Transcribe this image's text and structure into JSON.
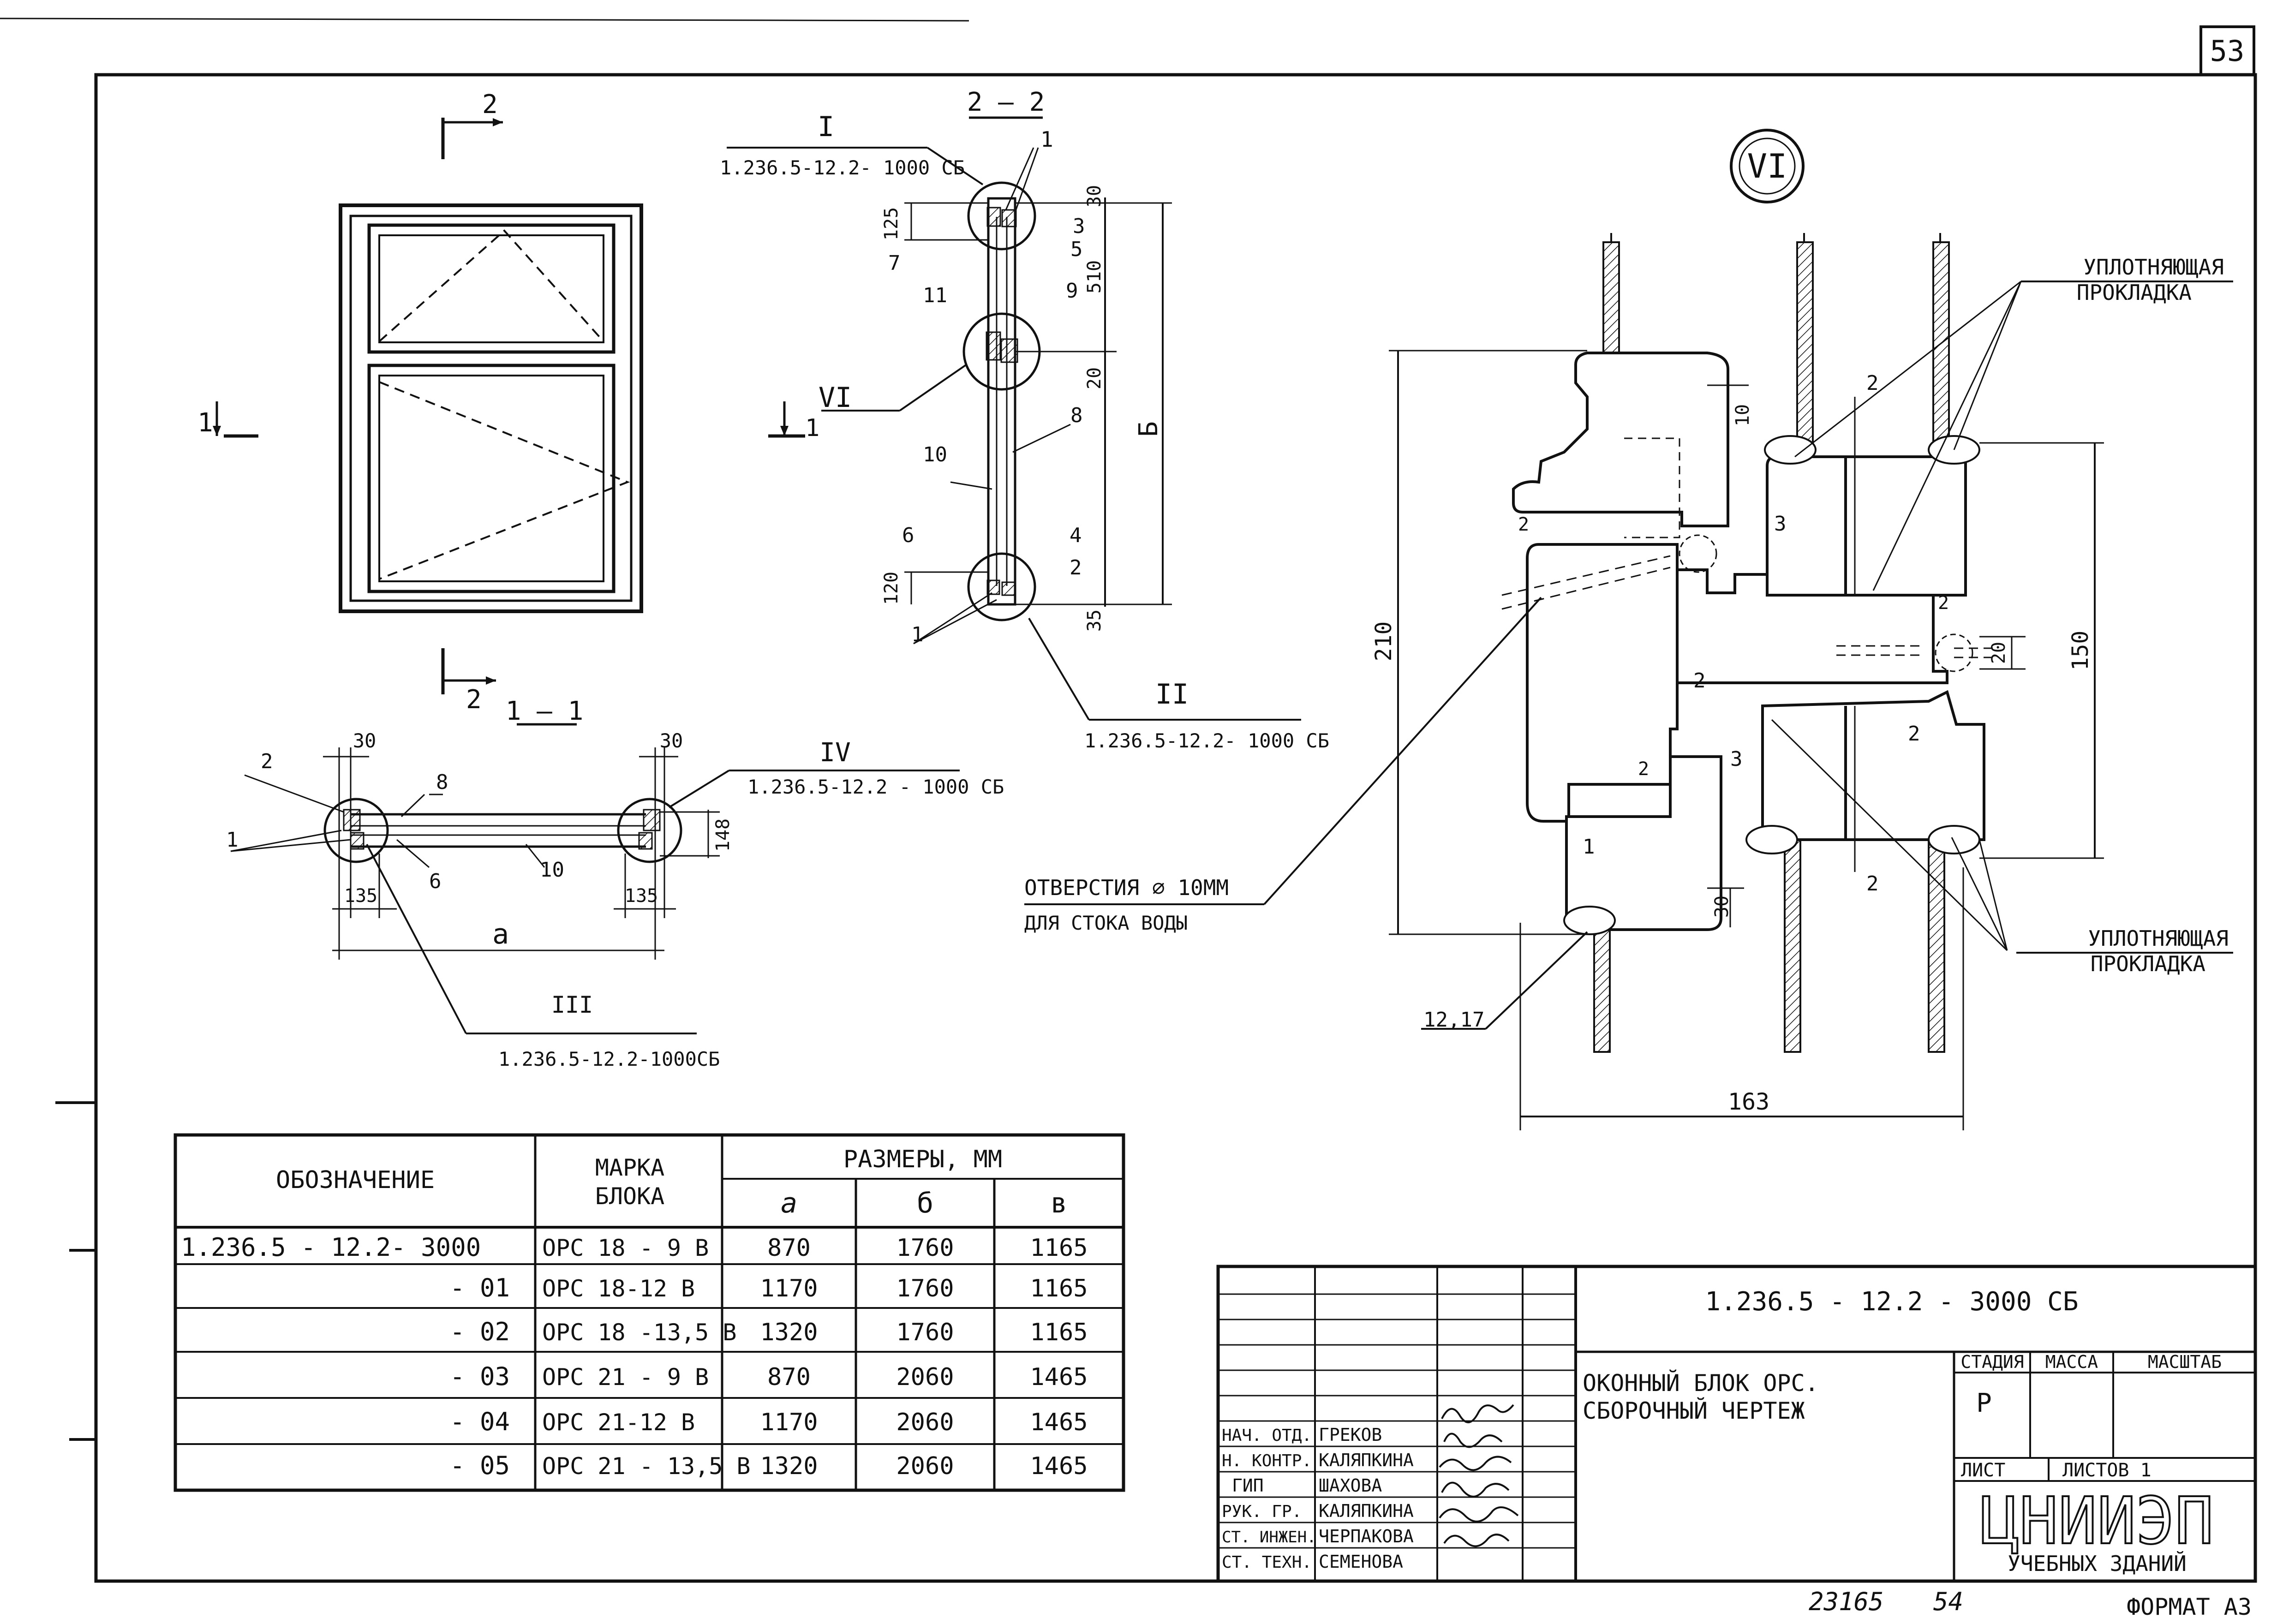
{
  "sheet_number": "53",
  "stamp_number": "23165",
  "page_footer": "54",
  "format_label": "ФОРМАТ А3",
  "views": {
    "front": {
      "cut_1": "1",
      "cut_2": "2"
    },
    "section_22": {
      "title": "2 – 2",
      "ref_I": "I",
      "ref_I_doc": "1.236.5-12.2- 1000 СБ",
      "ref_II": "II",
      "ref_II_doc": "1.236.5-12.2- 1000 СБ",
      "ref_VI": "VI",
      "dims": [
        "30",
        "125",
        "510",
        "20",
        "Б",
        "120",
        "35"
      ],
      "positions": [
        "1",
        "3",
        "5",
        "7",
        "11",
        "9",
        "8",
        "10",
        "6",
        "4",
        "2",
        "1"
      ]
    },
    "section_11": {
      "title": "1 – 1",
      "ref_IV": "IV",
      "ref_IV_doc": "1.236.5-12.2 - 1000 СБ",
      "ref_III": "III",
      "ref_III_doc": "1.236.5-12.2-1000СБ",
      "dims": [
        "30",
        "30",
        "135",
        "135",
        "148",
        "а"
      ],
      "positions": [
        "2",
        "1",
        "8",
        "6",
        "10"
      ]
    },
    "detail_VI": {
      "title": "VI",
      "seal_top": [
        "УПЛОТНЯЮЩАЯ",
        "ПРОКЛАДКА"
      ],
      "seal_bottom": [
        "УПЛОТНЯЮЩАЯ",
        "ПРОКЛАДКА"
      ],
      "holes": [
        "ОТВЕРСТИЯ ⌀ 10ММ",
        "ДЛЯ СТОКА ВОДЫ"
      ],
      "dims": {
        "d210": "210",
        "d150": "150",
        "d163": "163",
        "d10": "10",
        "d30": "30",
        "d20": "20"
      },
      "positions": [
        "2",
        "3",
        "2",
        "2",
        "2",
        "3",
        "2",
        "1",
        "2",
        "2",
        "12,17"
      ]
    }
  },
  "spec_table": {
    "headers": {
      "designation": "ОБОЗНАЧЕНИЕ",
      "mark": "МАРКА БЛОКА",
      "sizes": "РАЗМЕРЫ, ММ",
      "a": "а",
      "b": "б",
      "v": "в"
    },
    "rows": [
      {
        "designation": "1.236.5 - 12.2- 3000",
        "mark": "ОРС 18 - 9   В",
        "a": "870",
        "b": "1760",
        "v": "1165"
      },
      {
        "designation": "- 01",
        "mark": "ОРС 18-12   В",
        "a": "1170",
        "b": "1760",
        "v": "1165"
      },
      {
        "designation": "- 02",
        "mark": "ОРС 18 -13,5 В",
        "a": "1320",
        "b": "1760",
        "v": "1165"
      },
      {
        "designation": "- 03",
        "mark": "ОРС 21 - 9   В",
        "a": "870",
        "b": "2060",
        "v": "1465"
      },
      {
        "designation": "- 04",
        "mark": "ОРС 21-12   В",
        "a": "1170",
        "b": "2060",
        "v": "1465"
      },
      {
        "designation": "- 05",
        "mark": "ОРС 21 - 13,5 В",
        "a": "1320",
        "b": "2060",
        "v": "1465"
      }
    ]
  },
  "title_block": {
    "doc_code": "1.236.5 - 12.2 - 3000 СБ",
    "title": [
      "ОКОННЫЙ БЛОК ОРС.",
      "СБОРОЧНЫЙ ЧЕРТЕЖ"
    ],
    "stage_label": "СТАДИЯ",
    "mass_label": "МАССА",
    "scale_label": "МАСШТАБ",
    "stage": "Р",
    "sheet_label": "ЛИСТ",
    "sheets_label": "ЛИСТОВ 1",
    "org": "ЦНИИЭП",
    "org_sub": "УЧЕБНЫХ ЗДАНИЙ",
    "people": [
      {
        "role": "НАЧ. ОТД.",
        "name": "ГРЕКОВ"
      },
      {
        "role": "Н. КОНТР.",
        "name": "КАЛЯПКИНА"
      },
      {
        "role": "ГИП",
        "name": "ШАХОВА"
      },
      {
        "role": "РУК. ГР.",
        "name": "КАЛЯПКИНА"
      },
      {
        "role": "СТ. ИНЖЕН.",
        "name": "ЧЕРПАКОВА"
      },
      {
        "role": "СТ. ТЕХН.",
        "name": "СЕМЕНОВА"
      }
    ]
  }
}
